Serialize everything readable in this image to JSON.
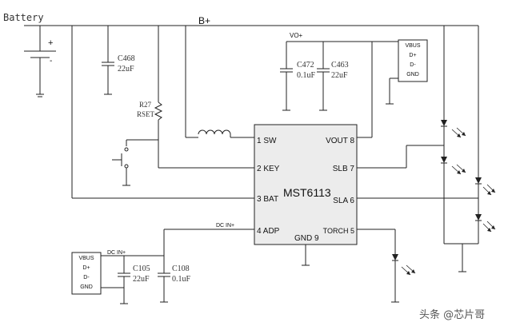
{
  "labels": {
    "battery": "Battery",
    "plus": "+",
    "minus": "-",
    "b_plus": "B+",
    "vo_plus": "VO+",
    "dc_in_plus_top": "DC IN+",
    "dc_in_plus_bottom": "DC IN+",
    "c468_name": "C468",
    "c468_val": "22uF",
    "c472_name": "C472",
    "c472_val": "0.1uF",
    "c463_name": "C463",
    "c463_val": "22uF",
    "c105_name": "C105",
    "c105_val": "22uF",
    "c108_name": "C108",
    "c108_val": "0.1uF",
    "r27_name": "R27",
    "r27_sub": "RSET",
    "watermark": "头条 @芯片哥"
  },
  "chip": {
    "name": "MST6113",
    "pin1": "1 SW",
    "pin2": "2 KEY",
    "pin3": "3 BAT",
    "pin4": "4 ADP",
    "pin5": "TORCH 5",
    "pin6": "SLA 6",
    "pin7": "SLB 7",
    "pin8": "VOUT 8",
    "pin9": "GND 9"
  },
  "usb_top": {
    "vbus": "VBUS",
    "dp": "D+",
    "dm": "D-",
    "gnd": "GND"
  },
  "usb_bottom": {
    "vbus": "VBUS",
    "dp": "D+",
    "dm": "D-",
    "gnd": "GND"
  }
}
